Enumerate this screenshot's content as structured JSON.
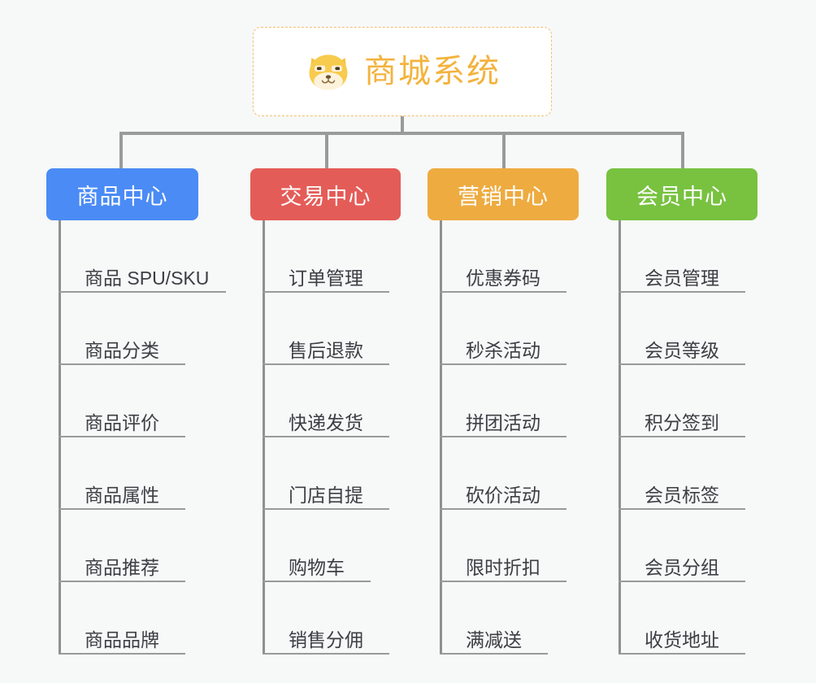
{
  "diagram": {
    "type": "tree-mindmap",
    "background_color": "#f7f8f8",
    "root": {
      "title": "商城系统",
      "icon": "shiba-inu-emoji",
      "text_color": "#f3b33d",
      "border_color": "#f0c070",
      "background_color": "#ffffff"
    },
    "connector_color": "#9a9a9a",
    "branches": [
      {
        "label": "商品中心",
        "color": "#4b8bf5",
        "items": [
          "商品 SPU/SKU",
          "商品分类",
          "商品评价",
          "商品属性",
          "商品推荐",
          "商品品牌"
        ]
      },
      {
        "label": "交易中心",
        "color": "#e45c58",
        "items": [
          "订单管理",
          "售后退款",
          "快递发货",
          "门店自提",
          "购物车",
          "销售分佣"
        ]
      },
      {
        "label": "营销中心",
        "color": "#eeab40",
        "items": [
          "优惠券码",
          "秒杀活动",
          "拼团活动",
          "砍价活动",
          "限时折扣",
          "满减送"
        ]
      },
      {
        "label": "会员中心",
        "color": "#78c240",
        "items": [
          "会员管理",
          "会员等级",
          "积分签到",
          "会员标签",
          "会员分组",
          "收货地址"
        ]
      }
    ]
  }
}
